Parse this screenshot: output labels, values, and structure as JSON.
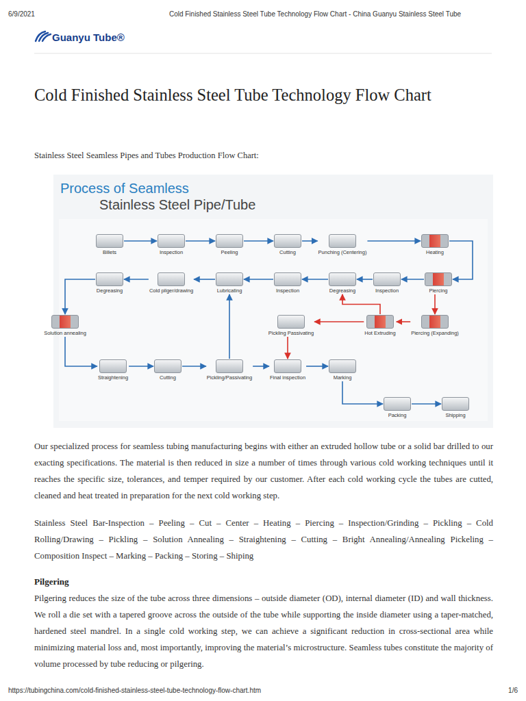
{
  "diagram": {
    "title": "Cold Finished Stainless Steel Tube Technology Flow Chart",
    "nodes": [
      {
        "text": [
          "Billets"
        ]
      },
      {
        "text": [
          "Inspection"
        ]
      },
      {
        "text": [
          "Peeling"
        ]
      },
      {
        "text": [
          "Cutting"
        ]
      },
      {
        "text": [
          "Punching (Centering)"
        ]
      },
      {
        "text": [
          "Heating"
        ]
      },
      {
        "text": [
          "Piercing"
        ]
      },
      {
        "text": [
          "Inspection"
        ]
      },
      {
        "text": [
          "Degreasing"
        ]
      },
      {
        "text": [
          "Inspection"
        ]
      },
      {
        "text": [
          "Lubricating"
        ]
      },
      {
        "text": [
          "Cold pilger/drawing"
        ]
      },
      {
        "text": [
          "Degreasing"
        ]
      },
      {
        "text": [
          "Solution annealing"
        ]
      },
      {
        "text": [
          "Pickling Passivating"
        ]
      },
      {
        "text": [
          "Hot Extruding"
        ]
      },
      {
        "text": [
          "Piercing (Expanding)"
        ]
      },
      {
        "text": [
          "Straightening"
        ]
      },
      {
        "text": [
          "Cutting"
        ]
      },
      {
        "text": [
          "Pickling/Passivating"
        ]
      },
      {
        "text": [
          "Final inspection"
        ]
      },
      {
        "text": [
          "Marking"
        ]
      },
      {
        "text": [
          "Packing"
        ]
      },
      {
        "text": [
          "Shipping"
        ]
      }
    ],
    "edges": [
      {
        "from": 0,
        "to": 1,
        "arrow": "to"
      },
      {
        "from": 1,
        "to": 2,
        "arrow": "to"
      },
      {
        "from": 2,
        "to": 3,
        "arrow": "to"
      },
      {
        "from": 3,
        "to": 4,
        "arrow": "to"
      },
      {
        "from": 4,
        "to": 5,
        "arrow": "to"
      },
      {
        "from": 5,
        "to": 6,
        "arrow": "to"
      },
      {
        "from": 6,
        "to": 7,
        "arrow": "to"
      },
      {
        "from": 7,
        "to": 8,
        "arrow": "to"
      },
      {
        "from": 8,
        "to": 9,
        "arrow": "to"
      },
      {
        "from": 9,
        "to": 10,
        "arrow": "to"
      },
      {
        "from": 10,
        "to": 11,
        "arrow": "to"
      },
      {
        "from": 11,
        "to": 12,
        "arrow": "to"
      },
      {
        "from": 12,
        "to": 13,
        "arrow": "to"
      },
      {
        "from": 13,
        "to": 17,
        "arrow": "to"
      },
      {
        "from": 17,
        "to": 18,
        "arrow": "to"
      },
      {
        "from": 18,
        "to": 19,
        "arrow": "to"
      },
      {
        "from": 19,
        "to": 20,
        "arrow": "to"
      },
      {
        "from": 20,
        "to": 21,
        "arrow": "to"
      },
      {
        "from": 21,
        "to": 22,
        "arrow": "to"
      },
      {
        "from": 22,
        "to": 23,
        "arrow": "to"
      },
      {
        "from": 19,
        "to": 10,
        "arrow": "to"
      },
      {
        "from": 6,
        "to": 16,
        "arrow": "to"
      },
      {
        "from": 16,
        "to": 15,
        "arrow": "to"
      },
      {
        "from": 15,
        "to": 14,
        "arrow": "to"
      },
      {
        "from": 15,
        "to": 8,
        "arrow": "to"
      },
      {
        "from": 14,
        "to": 20,
        "arrow": "to"
      }
    ],
    "labels": [
      "6/9/2021",
      "Cold Finished Stainless Steel Tube Technology Flow Chart - China Guanyu Stainless Steel Tube",
      "Guanyu Tube®",
      "Stainless Steel Seamless Pipes and Tubes Production Flow Chart:",
      "Process of Seamless",
      "Stainless Steel Pipe/Tube",
      "Our specialized process for seamless tubing manufacturing begins with either an extruded hollow tube or a solid bar drilled to our exacting specifications. The material is then reduced in size a number of times through various cold working techniques until it reaches the specific size, tolerances, and temper required by our customer. After each cold working cycle the tubes are cutted, cleaned and heat treated in preparation for the next cold working step.",
      "Stainless Steel Bar-Inspection – Peeling – Cut – Center – Heating – Piercing – Inspection/Grinding – Pickling – Cold Rolling/Drawing – Pickling – Solution Annealing – Straightening – Cutting – Bright Annealing/Annealing Pickeling – Composition Inspect – Marking – Packing – Storing – Shiping",
      "Pilgering",
      "Pilgering reduces the size of the tube across three dimensions – outside diameter (OD), internal diameter (ID) and wall thickness. We roll a die set with a tapered groove across the outside of the tube while supporting the inside diameter using a taper-matched, hardened steel mandrel. In a single cold working step, we can achieve a significant reduction in cross-sectional area while minimizing material loss and, most importantly, improving the material’s microstructure. Seamless tubes constitute the majority of volume processed by tube reducing or pilgering.",
      "https://tubingchina.com/cold-finished-stainless-steel-tube-technology-flow-chart.htm",
      "1/6"
    ]
  }
}
